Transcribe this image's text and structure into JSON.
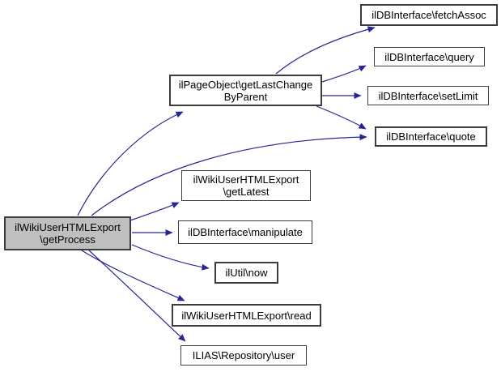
{
  "diagram": {
    "type": "call-graph",
    "focus_node": "ilWikiUserHTMLExport\\getProcess",
    "nodes": {
      "get_process": {
        "line1": "ilWikiUserHTMLExport",
        "line2": "\\getProcess"
      },
      "get_last_change": {
        "line1": "ilPageObject\\getLastChange",
        "line2": "ByParent"
      },
      "fetch_assoc": {
        "label": "ilDBInterface\\fetchAssoc"
      },
      "query": {
        "label": "ilDBInterface\\query"
      },
      "set_limit": {
        "label": "ilDBInterface\\setLimit"
      },
      "quote": {
        "label": "ilDBInterface\\quote"
      },
      "get_latest": {
        "line1": "ilWikiUserHTMLExport",
        "line2": "\\getLatest"
      },
      "manipulate": {
        "label": "ilDBInterface\\manipulate"
      },
      "now": {
        "label": "ilUtil\\now"
      },
      "read": {
        "label": "ilWikiUserHTMLExport\\read"
      },
      "user": {
        "label": "ILIAS\\Repository\\user"
      }
    },
    "edges": [
      {
        "from": "ilWikiUserHTMLExport\\getProcess",
        "to": "ilPageObject\\getLastChangeByParent"
      },
      {
        "from": "ilWikiUserHTMLExport\\getProcess",
        "to": "ilDBInterface\\quote"
      },
      {
        "from": "ilWikiUserHTMLExport\\getProcess",
        "to": "ilWikiUserHTMLExport\\getLatest"
      },
      {
        "from": "ilWikiUserHTMLExport\\getProcess",
        "to": "ilDBInterface\\manipulate"
      },
      {
        "from": "ilWikiUserHTMLExport\\getProcess",
        "to": "ilUtil\\now"
      },
      {
        "from": "ilWikiUserHTMLExport\\getProcess",
        "to": "ilWikiUserHTMLExport\\read"
      },
      {
        "from": "ilWikiUserHTMLExport\\getProcess",
        "to": "ILIAS\\Repository\\user"
      },
      {
        "from": "ilPageObject\\getLastChangeByParent",
        "to": "ilDBInterface\\fetchAssoc"
      },
      {
        "from": "ilPageObject\\getLastChangeByParent",
        "to": "ilDBInterface\\query"
      },
      {
        "from": "ilPageObject\\getLastChangeByParent",
        "to": "ilDBInterface\\setLimit"
      },
      {
        "from": "ilPageObject\\getLastChangeByParent",
        "to": "ilDBInterface\\quote"
      }
    ]
  },
  "colors": {
    "edge": "#252595",
    "node_border": "#3c3c3c",
    "node_fill": "#ffffff",
    "focus_node_fill": "#bfbfbf",
    "text": "#000000",
    "background": "#ffffff"
  }
}
